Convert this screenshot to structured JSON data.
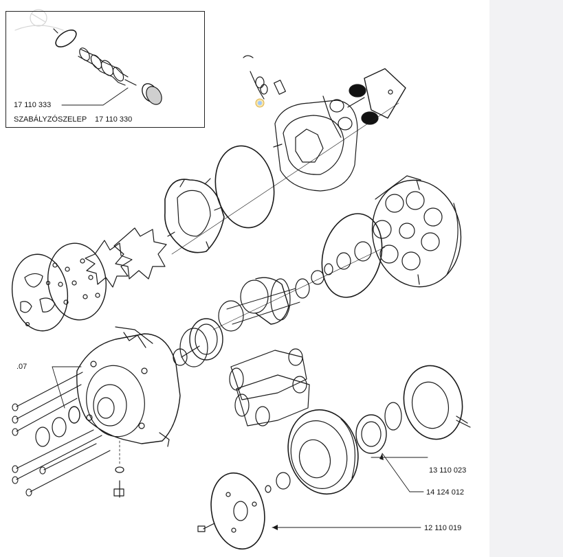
{
  "colors": {
    "line": "#1a1a1a",
    "panel": "#f2f2f4",
    "background": "#ffffff"
  },
  "inset": {
    "part_number": "17 110 333",
    "regulator_label": "SZABÁLYZÓSZELEP",
    "regulator_part_number": "17 110 330"
  },
  "callouts": {
    "ref_07": ".07",
    "coil": "13 110 023",
    "bearing": "14 124 012",
    "hub": "12 110 019"
  },
  "icons": [
    "watermark-logo-icon"
  ]
}
